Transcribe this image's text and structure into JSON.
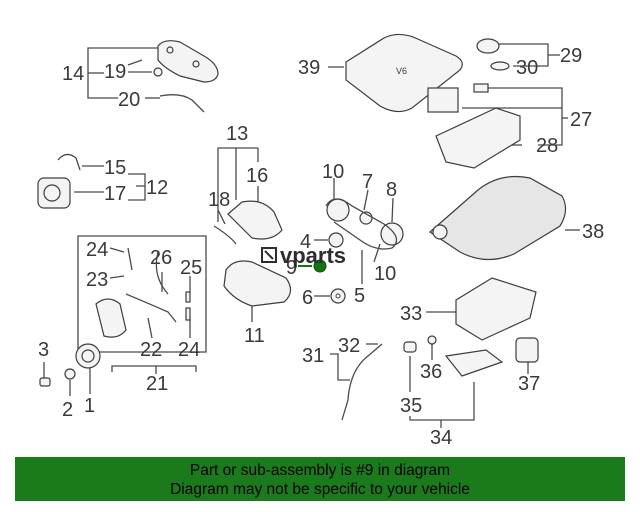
{
  "diagram": {
    "callouts": [
      "1",
      "2",
      "3",
      "5",
      "6",
      "7",
      "8",
      "9",
      "10",
      "10",
      "11",
      "12",
      "13",
      "14",
      "15",
      "16",
      "17",
      "18",
      "19",
      "20",
      "21",
      "22",
      "23",
      "24",
      "24",
      "25",
      "26",
      "27",
      "28",
      "29",
      "30",
      "31",
      "32",
      "33",
      "34",
      "35",
      "36",
      "37",
      "38",
      "39"
    ],
    "highlighted_part": "9",
    "watermark": "vparts"
  },
  "banner": {
    "line1": "Part or sub-assembly is #9 in diagram",
    "line2": "Diagram may not be specific to your vehicle"
  },
  "colors": {
    "banner_bg": "#1b7a1b",
    "highlight": "#127512"
  }
}
